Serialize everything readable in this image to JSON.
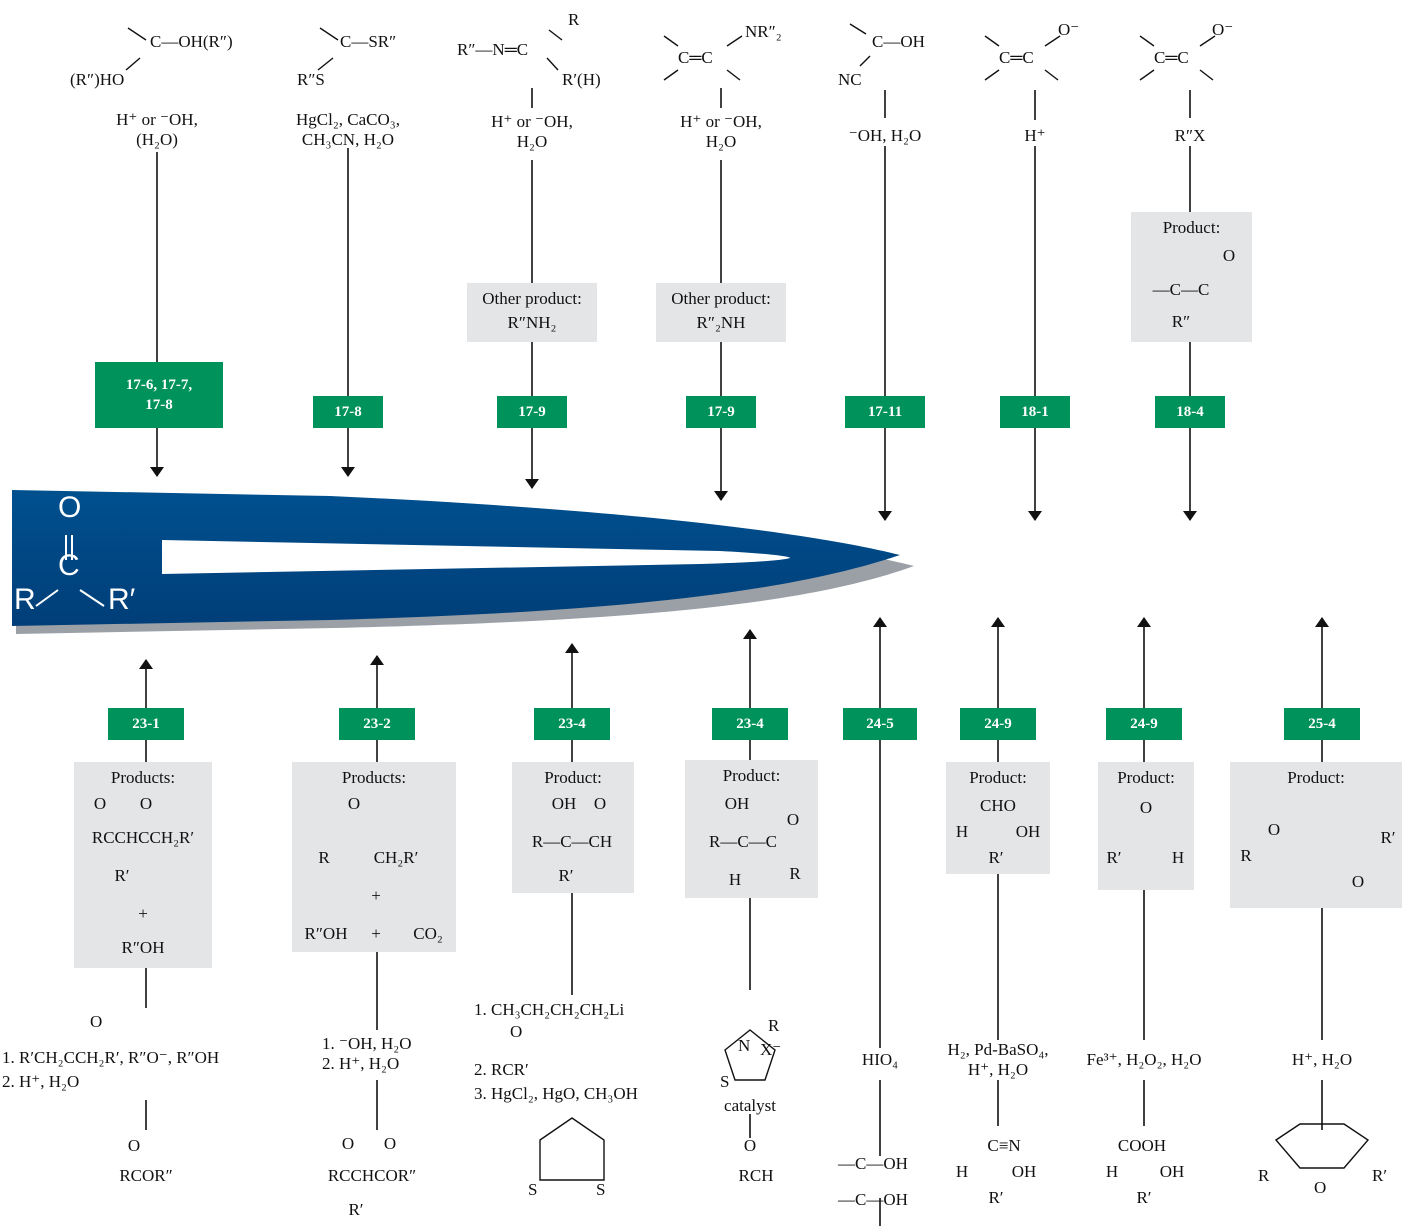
{
  "central": {
    "o": "O",
    "c": "C",
    "r": "R",
    "r2": "R′"
  },
  "top": [
    {
      "id": "t1",
      "badge": "17-6, 17-7,\n17-8",
      "reagent": "H⁺ or ⁻OH,\n(H₂O)",
      "start": [
        "(R″)HO",
        "C—OH(R″)"
      ]
    },
    {
      "id": "t2",
      "badge": "17-8",
      "reagent": "HgCl₂, CaCO₃,\nCH₃CN, H₂O",
      "start": [
        "R″S",
        "C—SR″"
      ]
    },
    {
      "id": "t3",
      "badge": "17-9",
      "reagent": "H⁺ or ⁻OH,\nH₂O",
      "start": [
        "R″—N═C",
        "R",
        "R′(H)"
      ],
      "other_title": "Other product:",
      "other": "R″NH₂"
    },
    {
      "id": "t4",
      "badge": "17-9",
      "reagent": "H⁺ or ⁻OH,\nH₂O",
      "start": [
        "C═C",
        "NR″₂"
      ],
      "other_title": "Other product:",
      "other": "R″₂NH"
    },
    {
      "id": "t5",
      "badge": "17-11",
      "reagent": "⁻OH, H₂O",
      "start": [
        "C—OH",
        "NC"
      ]
    },
    {
      "id": "t6",
      "badge": "18-1",
      "reagent": "H⁺",
      "start": [
        "C═C",
        "O⁻"
      ]
    },
    {
      "id": "t7",
      "badge": "18-4",
      "reagent": "R″X",
      "start": [
        "C═C",
        "O⁻"
      ],
      "product_title": "Product:",
      "product": [
        "O",
        "—C—C",
        "R″"
      ]
    }
  ],
  "bottom": [
    {
      "id": "b1",
      "badge": "23-1",
      "box_title": "Products:",
      "box": [
        "O",
        "O",
        "RCCHCCH₂R′",
        "R′",
        "+",
        "R″OH"
      ],
      "reagent": [
        "O",
        "1. R′CH₂CCH₂R′, R″O⁻, R″OH",
        "2. H⁺, H₂O"
      ],
      "start": [
        "O",
        "RCOR″"
      ]
    },
    {
      "id": "b2",
      "badge": "23-2",
      "box_title": "Products:",
      "box": [
        "O",
        "R",
        "CH₂R′",
        "+",
        "R″OH",
        "+",
        "CO₂"
      ],
      "reagent": [
        "1. ⁻OH, H₂O",
        "2. H⁺, H₂O"
      ],
      "start": [
        "O",
        "O",
        "RCCHCOR″",
        "R′"
      ]
    },
    {
      "id": "b3",
      "badge": "23-4",
      "box_title": "Product:",
      "box": [
        "OH",
        "O",
        "R—C—CH",
        "R′"
      ],
      "reagent": [
        "1. CH₃CH₂CH₂CH₂Li",
        "O",
        "2. RCR′",
        "3. HgCl₂, HgO, CH₃OH"
      ],
      "start": [
        "S",
        "S"
      ]
    },
    {
      "id": "b4",
      "badge": "23-4",
      "box_title": "Product:",
      "box": [
        "OH",
        "O",
        "R—C—C",
        "H",
        "R"
      ],
      "reagent": [
        "R",
        "N",
        "X⁻",
        "S",
        "catalyst"
      ],
      "start": [
        "O",
        "RCH"
      ]
    },
    {
      "id": "b5",
      "badge": "24-5",
      "reagent": [
        "HIO₄"
      ],
      "start": [
        "—C—OH",
        "—C—OH"
      ]
    },
    {
      "id": "b6",
      "badge": "24-9",
      "box_title": "Product:",
      "box": [
        "CHO",
        "H",
        "OH",
        "R′"
      ],
      "reagent": [
        "H₂, Pd-BaSO₄,",
        "H⁺, H₂O"
      ],
      "start": [
        "C≡N",
        "H",
        "OH",
        "R′"
      ]
    },
    {
      "id": "b7",
      "badge": "24-9",
      "box_title": "Product:",
      "box": [
        "O",
        "R′",
        "H"
      ],
      "reagent": [
        "Fe³⁺, H₂O₂, H₂O"
      ],
      "start": [
        "COOH",
        "H",
        "OH",
        "R′"
      ]
    },
    {
      "id": "b8",
      "badge": "25-4",
      "box_title": "Product:",
      "box": [
        "O",
        "R",
        "R′",
        "O"
      ],
      "reagent": [
        "H⁺, H₂O"
      ],
      "start": [
        "R",
        "O",
        "R′"
      ]
    }
  ],
  "colors": {
    "badge": "#00925b",
    "blue": "#00509a",
    "box": "#e4e5e7"
  }
}
